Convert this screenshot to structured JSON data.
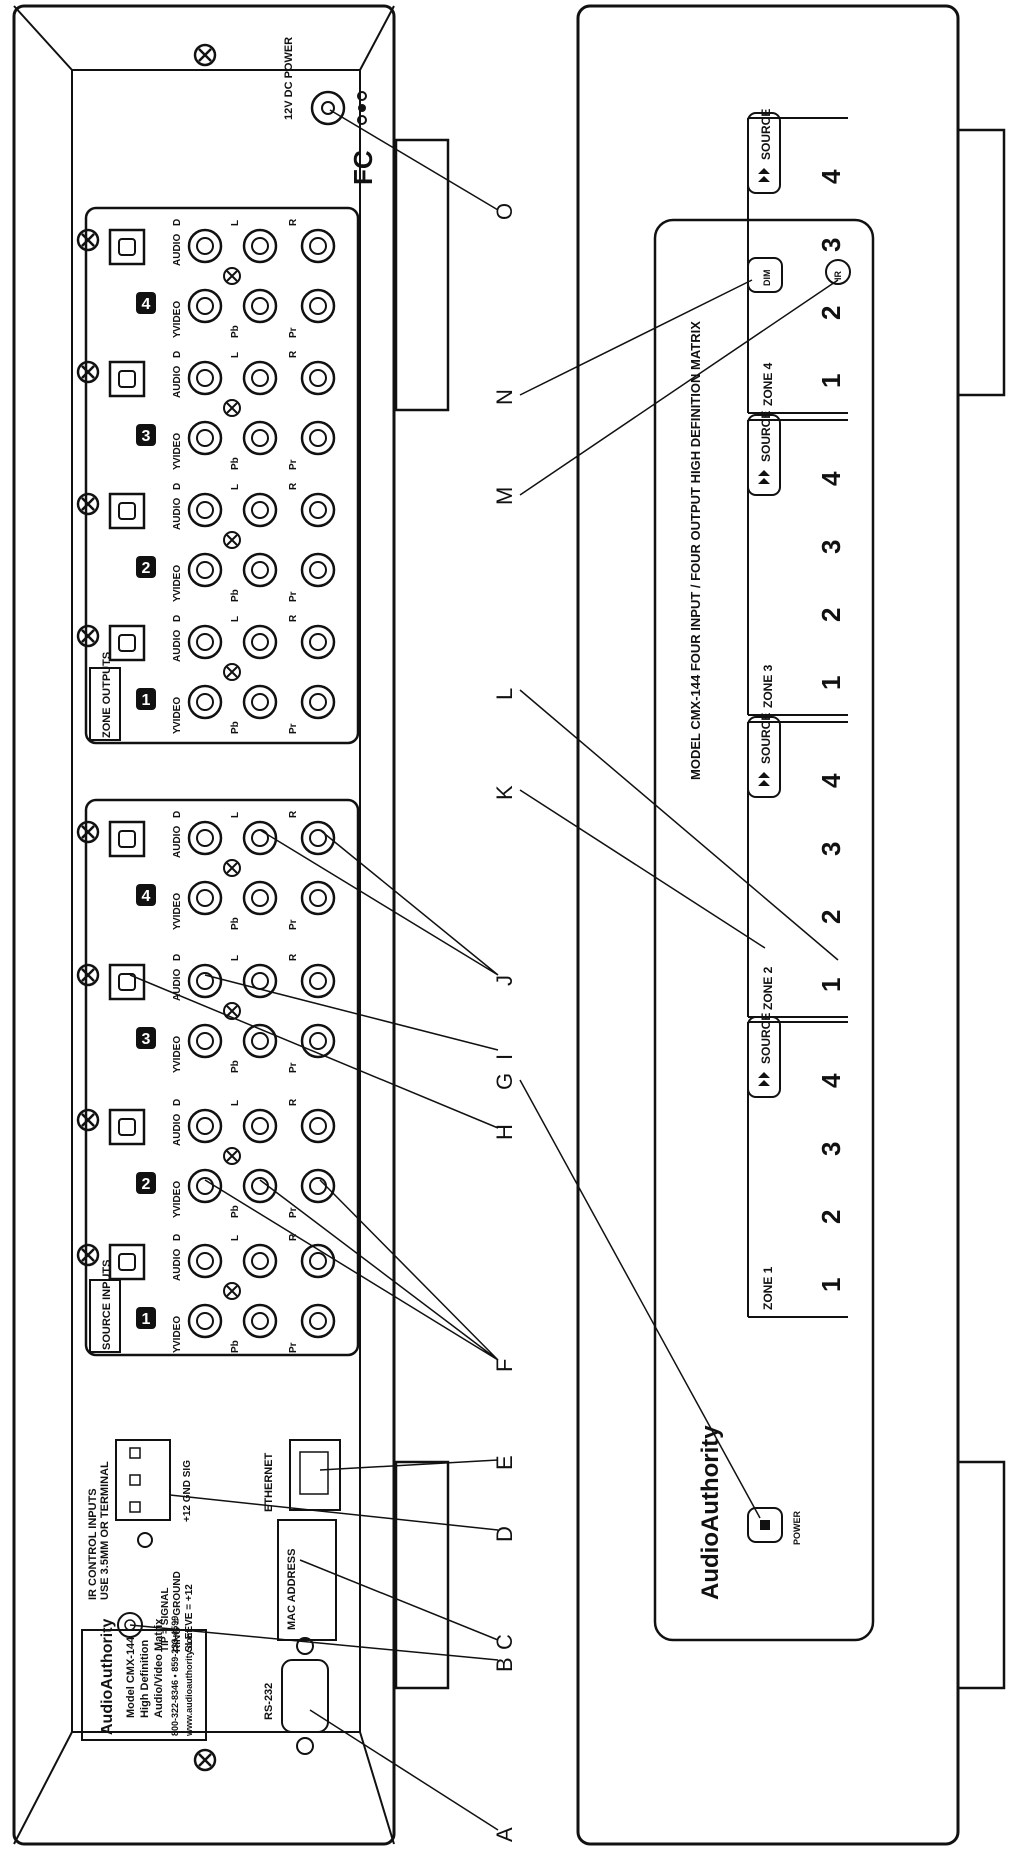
{
  "rear_panel": {
    "power_label": "12V DC POWER",
    "fcc_mark": "FC",
    "ir_title": "IR CONTROL INPUTS",
    "ir_subtitle": "USE 3.5MM OR TERMINAL",
    "ir_note_1": "TIP = SIGNAL",
    "ir_note_2": "RING = GROUND",
    "ir_note_3": "SLEEVE = +12",
    "terminal_pins": "+12  GND  SIG",
    "ethernet_label": "ETHERNET",
    "mac_label": "MAC ADDRESS",
    "rs232_label": "RS-232",
    "source_inputs_label": "SOURCE INPUTS",
    "zone_outputs_label": "ZONE OUTPUTS",
    "channel_numbers": [
      "1",
      "2",
      "3",
      "4"
    ],
    "jack_video": "VIDEO",
    "jack_audio": "AUDIO",
    "jack_y": "Y",
    "jack_pb": "Pb",
    "jack_pr": "Pr",
    "jack_l": "L",
    "jack_r": "R",
    "jack_d": "D",
    "brand": "AudioAuthority",
    "model_line_1": "Model CMX-144",
    "model_line_2": "High Definition",
    "model_line_3": "Audio/Video Matrix",
    "phone": "800-322-8346 • 859-233-4599",
    "website": "www.audioauthority.com"
  },
  "front_panel": {
    "model_title": "MODEL CMX-144  FOUR INPUT / FOUR OUTPUT HIGH DEFINITION MATRIX",
    "dim_button": "DIM",
    "ir_sensor": "IR",
    "power_label": "POWER",
    "brand": "AudioAuthority",
    "zones": [
      {
        "label": "ZONE 1",
        "source": "SOURCE",
        "buttons": [
          "1",
          "2",
          "3",
          "4"
        ]
      },
      {
        "label": "ZONE 2",
        "source": "SOURCE",
        "buttons": [
          "1",
          "2",
          "3",
          "4"
        ]
      },
      {
        "label": "ZONE 3",
        "source": "SOURCE",
        "buttons": [
          "1",
          "2",
          "3",
          "4"
        ]
      },
      {
        "label": "ZONE 4",
        "source": "SOURCE",
        "buttons": [
          "1",
          "2",
          "3",
          "4"
        ]
      }
    ]
  },
  "callouts": [
    "A",
    "B",
    "C",
    "D",
    "E",
    "F",
    "G",
    "H",
    "I",
    "J",
    "K",
    "L",
    "M",
    "N",
    "O"
  ]
}
